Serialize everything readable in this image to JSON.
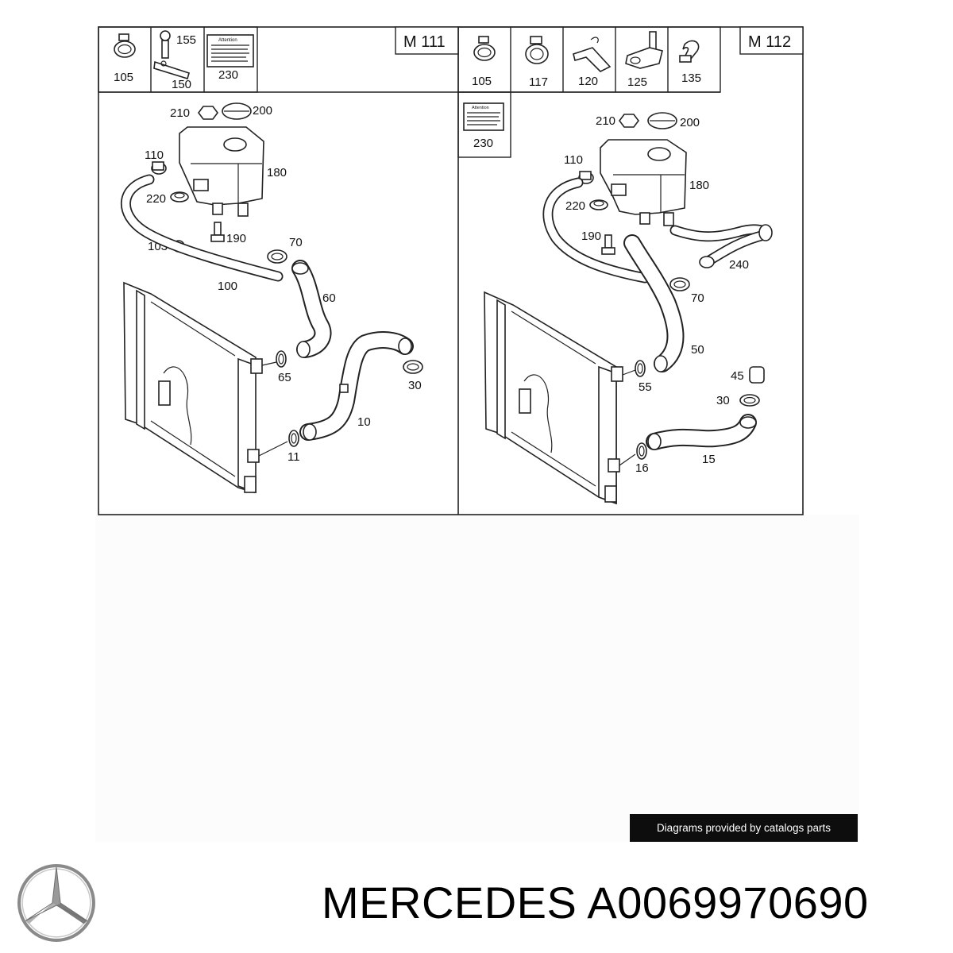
{
  "diagram": {
    "left": {
      "engine": "M 111",
      "header_parts": [
        "105",
        "155",
        "150",
        "230"
      ],
      "callouts": {
        "c210": "210",
        "c200": "200",
        "c110": "110",
        "c180": "180",
        "c220": "220",
        "c190": "190",
        "c103": "103",
        "c70": "70",
        "c100": "100",
        "c60": "60",
        "c65": "65",
        "c30": "30",
        "c10": "10",
        "c11": "11"
      }
    },
    "right": {
      "engine": "M 112",
      "header_parts": [
        "105",
        "117",
        "120",
        "125",
        "135",
        "230"
      ],
      "callouts": {
        "c210": "210",
        "c200": "200",
        "c110": "110",
        "c180": "180",
        "c220": "220",
        "c190": "190",
        "c240": "240",
        "c70": "70",
        "c50": "50",
        "c45": "45",
        "c55": "55",
        "c30": "30",
        "c16": "16",
        "c15": "15"
      }
    },
    "label_text": "Attention",
    "credit": "Diagrams provided by catalogs parts"
  },
  "product": {
    "brand": "MERCEDES",
    "part_number": "A0069970690"
  }
}
